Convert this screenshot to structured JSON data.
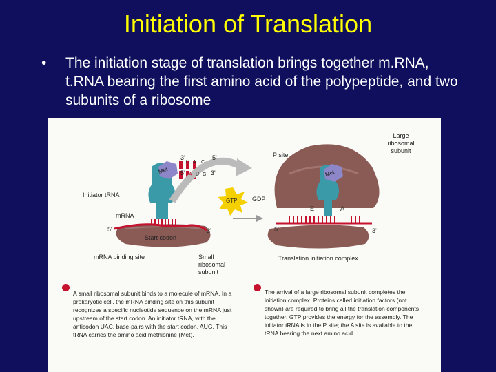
{
  "slide": {
    "title": "Initiation of Translation",
    "bullet_marker": "•",
    "bullet_text": "The initiation stage of translation brings together m.RNA, t.RNA bearing the first amino acid of the polypeptide, and two subunits of a ribosome"
  },
  "figure": {
    "left_panel": {
      "codon_3": "3'",
      "codon_5": "5'",
      "anticodon": [
        "U",
        "A",
        "C"
      ],
      "codon_5b": "5'",
      "codon_3b": "3'",
      "codon": [
        "A",
        "U",
        "G"
      ],
      "met_label": "Met",
      "initiator_trna": "Initiator tRNA",
      "mrna": "mRNA",
      "mrna_5": "5'",
      "mrna_3": "3'",
      "start_codon": "Start codon",
      "mrna_binding_site": "mRNA binding site",
      "small_subunit": "Small ribosomal subunit"
    },
    "arrow": {
      "gtp": "GTP",
      "gdp": "GDP"
    },
    "right_panel": {
      "p_site": "P site",
      "large_subunit": "Large ribosomal subunit",
      "met_label": "Met",
      "e_site": "E",
      "a_site": "A",
      "mrna_5": "5'",
      "mrna_3": "3'",
      "complex_label": "Translation initiation complex"
    },
    "captions": {
      "left": "A small ribosomal subunit binds to a molecule of mRNA. In a prokaryotic cell, the mRNA binding site on this subunit recognizes a specific nucleotide sequence on the mRNA just upstream of the start codon. An initiator tRNA, with the anticodon UAC, base-pairs with the start codon, AUG. This tRNA carries the amino acid methionine (Met).",
      "right": "The arrival of a large ribosomal subunit completes the initiation complex. Proteins called initiation factors (not shown) are required to bring all the translation components together. GTP provides the energy for the assembly. The initiator tRNA is in the P site; the A site is available to the tRNA bearing the next amino acid."
    },
    "colors": {
      "background": "#0f0f5e",
      "title": "#ffff00",
      "ribosome": "#8a5a55",
      "trna": "#3a9aa8",
      "mrna": "#c4122f",
      "gtp": "#f5d000",
      "met": "#8d86c8"
    }
  }
}
